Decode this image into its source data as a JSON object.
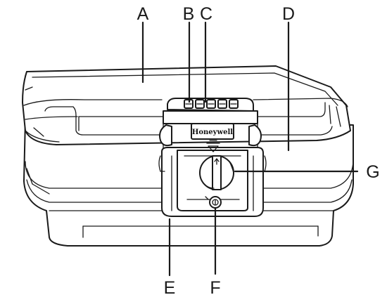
{
  "diagram": {
    "brand_name": "Honeywell",
    "callouts": {
      "A": "A",
      "B": "B",
      "C": "C",
      "D": "D",
      "E": "E",
      "F": "F",
      "G": "G"
    }
  }
}
